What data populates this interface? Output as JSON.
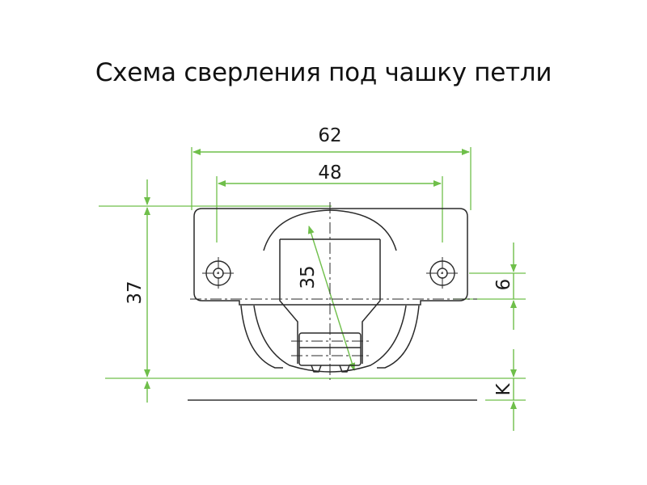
{
  "title": "Схема сверления под чашку петли",
  "dimensions": {
    "overall_width": "62",
    "hole_spacing": "48",
    "height": "37",
    "cup_diameter": "35",
    "hole_offset": "6",
    "edge_gap": "K"
  },
  "colors": {
    "dimension_line": "#6fbf4a",
    "outline": "#2a2a2a",
    "text": "#1a1a1a"
  }
}
